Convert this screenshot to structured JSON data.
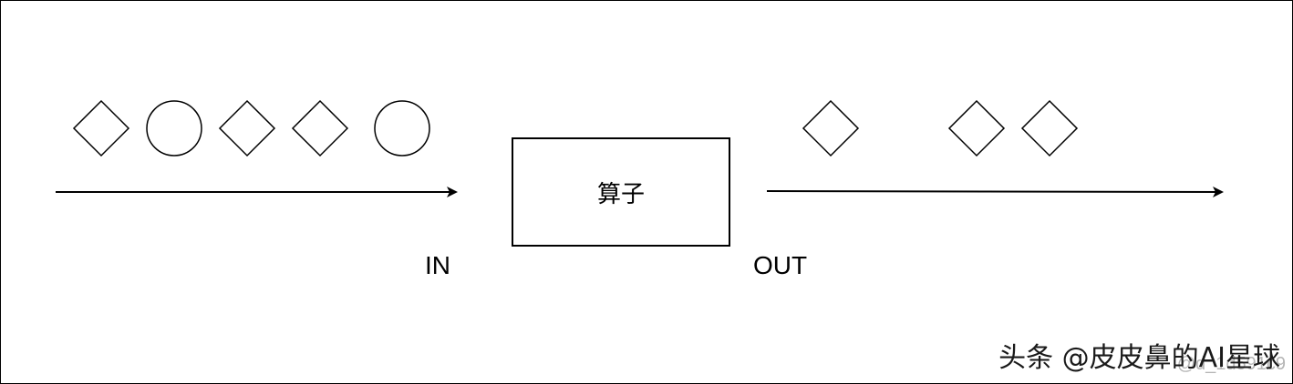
{
  "operator": {
    "label": "算子"
  },
  "ports": {
    "in_label": "IN",
    "out_label": "OUT"
  },
  "input_stream": {
    "items": [
      "diamond",
      "circle",
      "diamond",
      "diamond",
      "circle"
    ]
  },
  "output_stream": {
    "items": [
      "diamond",
      "diamond",
      "diamond"
    ]
  },
  "watermark": {
    "text": "头条 @皮皮鼻的AI星球",
    "overlay_text": "@d_1d591c9"
  },
  "colors": {
    "stroke": "#000000",
    "background": "#ffffff"
  }
}
